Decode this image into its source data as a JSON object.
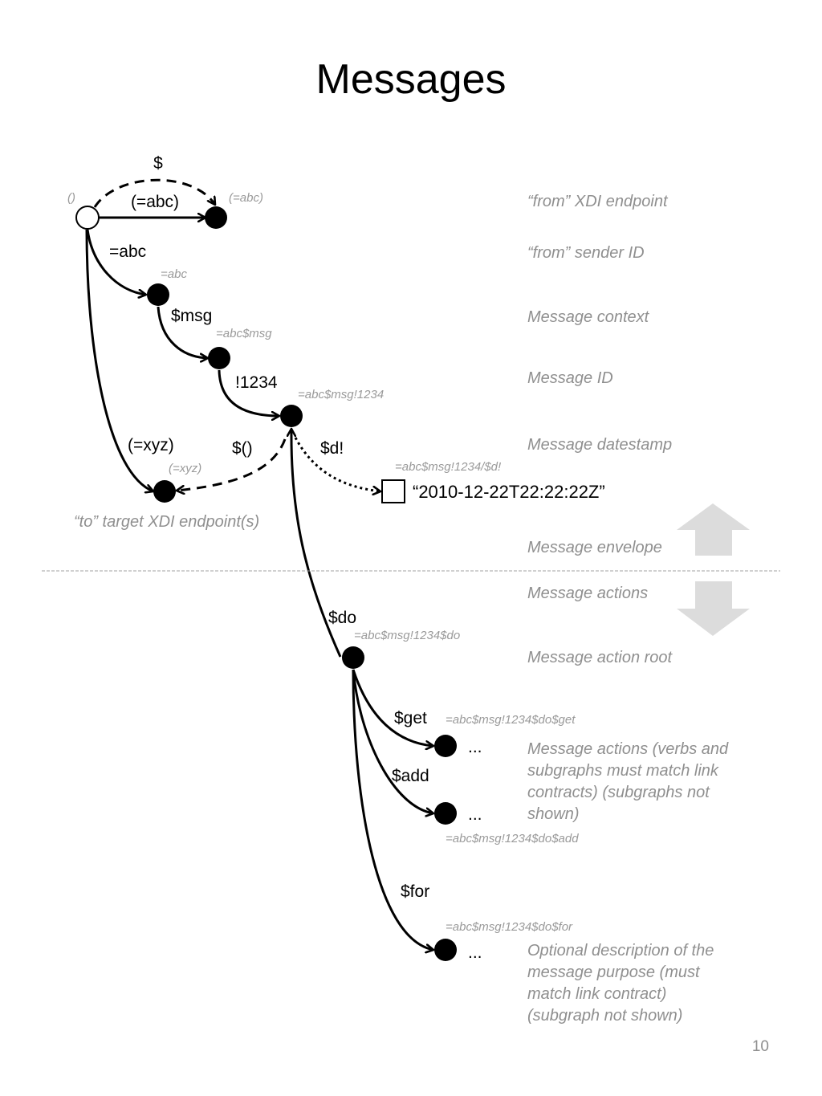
{
  "title": "Messages",
  "page_number": "10",
  "arc_labels": {
    "dollar": "$",
    "abc_paren": "(=abc)",
    "abc": "=abc",
    "msg": "$msg",
    "id1234": "!1234",
    "xyz_paren": "(=xyz)",
    "dollar_paren": "$()",
    "d": "$d!",
    "do": "$do",
    "get": "$get",
    "add": "$add",
    "for": "$for"
  },
  "node_addresses": {
    "root": "()",
    "abc_paren": "(=abc)",
    "abc": "=abc",
    "abc_msg": "=abc$msg",
    "abc_msg_1234": "=abc$msg!1234",
    "xyz_paren": "(=xyz)",
    "datestamp": "=abc$msg!1234/$d!",
    "do": "=abc$msg!1234$do",
    "get": "=abc$msg!1234$do$get",
    "add": "=abc$msg!1234$do$add",
    "for": "=abc$msg!1234$do$for"
  },
  "literal_value": "“2010-12-22T22:22:22Z”",
  "ellipsis": "...",
  "descriptions": {
    "from_endpoint": "“from” XDI endpoint",
    "from_sender": "“from” sender ID",
    "context": "Message context",
    "message_id": "Message ID",
    "datestamp": "Message datestamp",
    "to_target": "“to” target XDI endpoint(s)",
    "envelope": "Message envelope",
    "actions_header": "Message actions",
    "action_root": "Message action root",
    "actions_lines": [
      "Message actions (verbs and",
      "subgraphs must match link",
      "contracts) (subgraphs not",
      "shown)"
    ],
    "purpose_lines": [
      "Optional description of the",
      "message purpose (must",
      "match link contract)",
      "(subgraph not shown)"
    ]
  },
  "colors": {
    "node": "#000000",
    "description_text": "#8f8f8f",
    "address_text": "#9a9a9a",
    "divider": "#a0a0a0",
    "block_arrow": "#dcdcdc"
  }
}
